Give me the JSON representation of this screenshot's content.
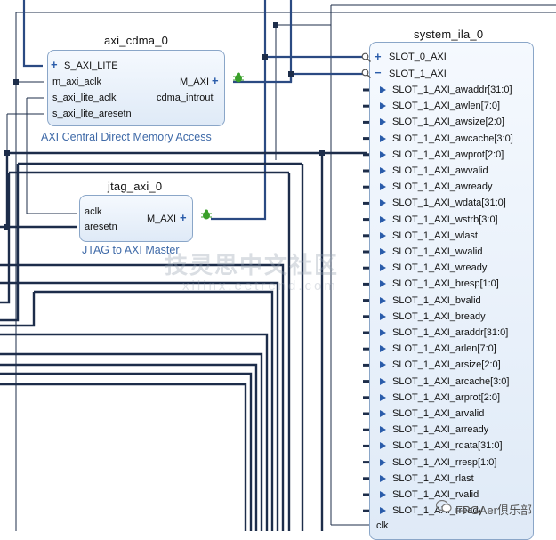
{
  "blocks": {
    "axi_cdma": {
      "title": "axi_cdma_0",
      "subtitle": "AXI Central Direct Memory Access",
      "left_pins": [
        "S_AXI_LITE",
        "m_axi_aclk",
        "s_axi_lite_aclk",
        "s_axi_lite_aresetn"
      ],
      "right_pins": [
        "M_AXI",
        "cdma_introut"
      ]
    },
    "jtag_axi": {
      "title": "jtag_axi_0",
      "subtitle": "JTAG to AXI Master",
      "left_pins": [
        "aclk",
        "aresetn"
      ],
      "right_pins": [
        "M_AXI"
      ]
    },
    "system_ila": {
      "title": "system_ila_0",
      "slots": [
        "SLOT_0_AXI",
        "SLOT_1_AXI"
      ],
      "signals": [
        "SLOT_1_AXI_awaddr[31:0]",
        "SLOT_1_AXI_awlen[7:0]",
        "SLOT_1_AXI_awsize[2:0]",
        "SLOT_1_AXI_awcache[3:0]",
        "SLOT_1_AXI_awprot[2:0]",
        "SLOT_1_AXI_awvalid",
        "SLOT_1_AXI_awready",
        "SLOT_1_AXI_wdata[31:0]",
        "SLOT_1_AXI_wstrb[3:0]",
        "SLOT_1_AXI_wlast",
        "SLOT_1_AXI_wvalid",
        "SLOT_1_AXI_wready",
        "SLOT_1_AXI_bresp[1:0]",
        "SLOT_1_AXI_bvalid",
        "SLOT_1_AXI_bready",
        "SLOT_1_AXI_araddr[31:0]",
        "SLOT_1_AXI_arlen[7:0]",
        "SLOT_1_AXI_arsize[2:0]",
        "SLOT_1_AXI_arcache[3:0]",
        "SLOT_1_AXI_arprot[2:0]",
        "SLOT_1_AXI_arvalid",
        "SLOT_1_AXI_arready",
        "SLOT_1_AXI_rdata[31:0]",
        "SLOT_1_AXI_rresp[1:0]",
        "SLOT_1_AXI_rlast",
        "SLOT_1_AXI_rvalid",
        "SLOT_1_AXI_rready"
      ],
      "clk_pin": "clk"
    }
  },
  "watermark": {
    "line1": "技灵思中文社区",
    "line2": "xilinx.eetrend.com",
    "brand": "FPGAer俱乐部"
  },
  "colors": {
    "wire": "#1d2d4a",
    "block_border": "#8aa6c8",
    "block_fill": "#e6eff9",
    "accent": "#2a5caa",
    "subtitle": "#3f6aa8",
    "debug": "#3aa02a"
  }
}
